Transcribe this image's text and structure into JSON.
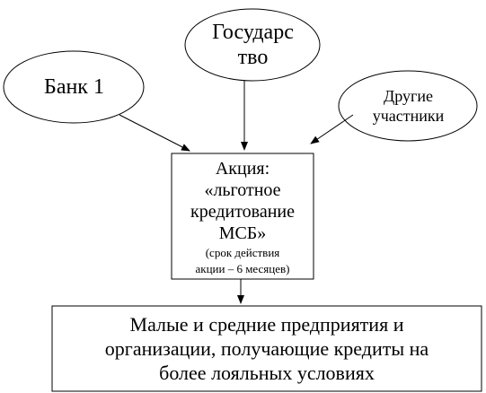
{
  "nodes": {
    "bank": {
      "label": "Банк 1"
    },
    "state": {
      "lines": [
        "Государс",
        "тво"
      ]
    },
    "others": {
      "lines": [
        "Другие",
        "участники"
      ]
    },
    "action": {
      "lines": [
        "Акция:",
        "«льготное",
        "кредитование",
        "МСБ»"
      ],
      "note_lines": [
        "(срок действия",
        "акции – 6 месяцев)"
      ]
    },
    "sme": {
      "lines": [
        "Малые и средние предприятия и",
        "организации, получающие кредиты на",
        "более лояльных условиях"
      ]
    }
  },
  "colors": {
    "stroke": "#000000",
    "background": "#ffffff",
    "text": "#000000"
  }
}
